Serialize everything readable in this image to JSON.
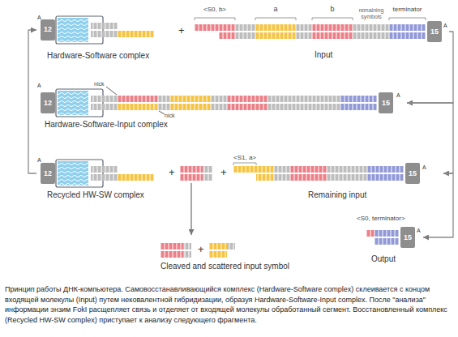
{
  "diagram": {
    "caption": "Принцип работы ДНК-компьютера. Самовосстанавливающийся комплекс (Hardware-Software complex) склеивается с концом входящей молекулы (Input) путем нековалентной гибридизации, образуя Hardware-Software-Input complex. После \"анализа\" информации энзим FokI расщепляет связь и отделяет от входящей молекулы обработанный сегмент. Восстановленный комплекс (Recycled HW-SW complex) приступает к анализу следующего фрагмента.",
    "nodes": [
      {
        "text": [
          "A",
          "12",
          "Hardware-Software complex"
        ]
      },
      {
        "text": [
          "<S0, b>",
          "a",
          "b",
          "remaining symbols",
          "terminator",
          "15",
          "A",
          "Input"
        ]
      },
      {
        "text": [
          "A",
          "12",
          "nick",
          "nick",
          "15",
          "A",
          "Hardware-Software-Input complex"
        ]
      },
      {
        "text": [
          "A",
          "12",
          "Recycled HW-SW complex"
        ]
      },
      {
        "text": [
          "<S1, a>",
          "15",
          "A",
          "Remaining input"
        ]
      },
      {
        "text": [
          "<S0, terminator>",
          "15",
          "A",
          "Output"
        ]
      },
      {
        "text": [
          "Cleaved and scattered input symbol"
        ]
      }
    ],
    "edges": [
      {
        "from": 1,
        "to": 2,
        "arrow": "to"
      },
      {
        "from": 2,
        "to": 4,
        "arrow": "to"
      },
      {
        "from": 4,
        "to": 5,
        "arrow": "to"
      },
      {
        "from": 3,
        "to": 0,
        "arrow": "to"
      }
    ],
    "labels": [
      "+",
      "+",
      "+",
      "+"
    ]
  }
}
